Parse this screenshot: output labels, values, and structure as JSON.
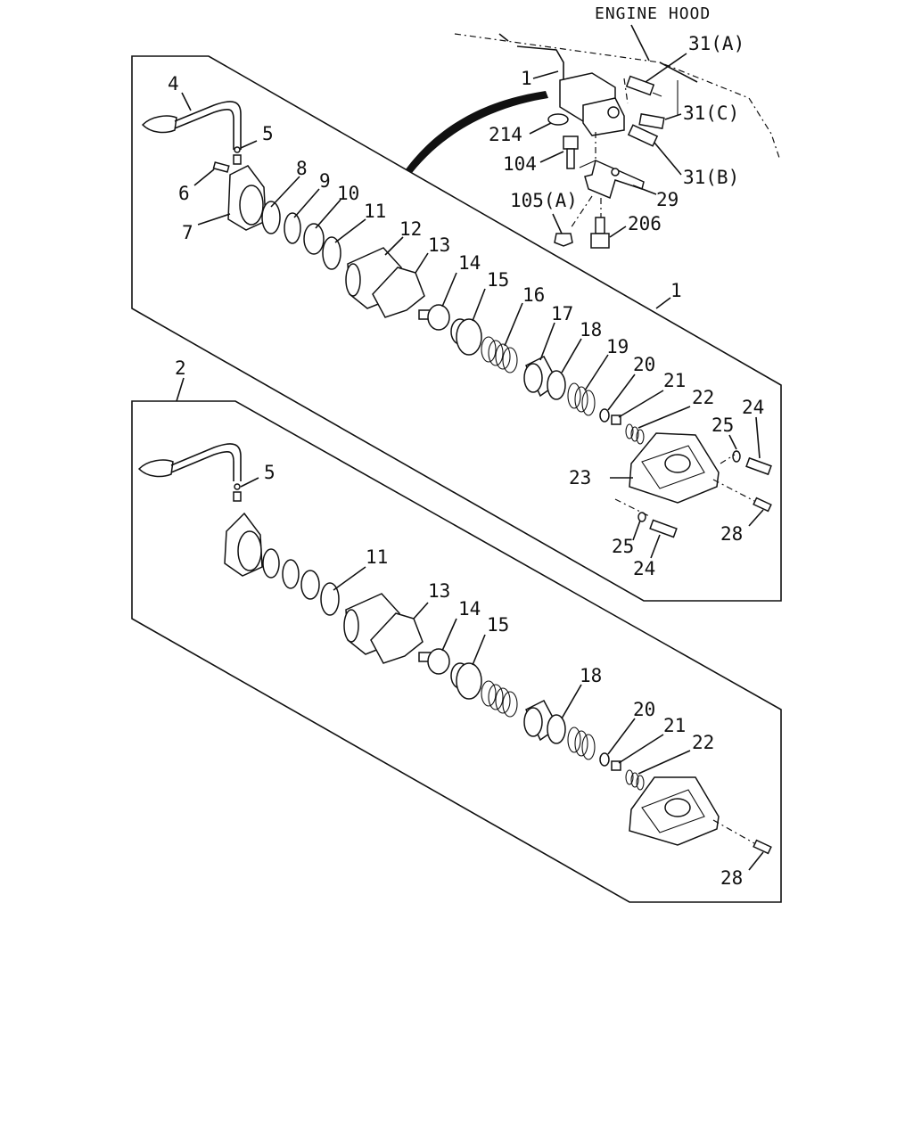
{
  "title": "ENGINE HOOD",
  "callouts": {
    "top": [
      "1",
      "31(A)",
      "31(C)",
      "31(B)",
      "214",
      "104",
      "29",
      "105(A)",
      "206"
    ],
    "assembly_1": [
      "4",
      "5",
      "6",
      "7",
      "8",
      "9",
      "10",
      "11",
      "12",
      "13",
      "14",
      "15",
      "16",
      "17",
      "18",
      "19",
      "20",
      "21",
      "22",
      "23",
      "24",
      "25",
      "25",
      "24",
      "28",
      "1"
    ],
    "assembly_2": [
      "2",
      "5",
      "11",
      "13",
      "14",
      "15",
      "18",
      "20",
      "21",
      "22",
      "28"
    ]
  }
}
